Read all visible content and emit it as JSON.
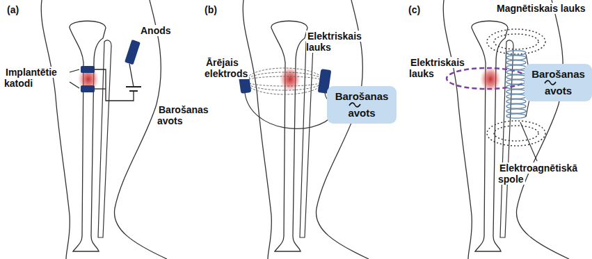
{
  "diagram": {
    "nodes": [
      {
        "text": [
          "Barošanas avots"
        ]
      },
      {
        "text": [
          "Barošanas avots"
        ]
      }
    ],
    "labels": [
      "(a)",
      "(b)",
      "(c)",
      "Anods",
      "Barošanas avots",
      "Implantētie katodi",
      "Ārējais elektrods",
      "Elektriskais lauks",
      "Magnētiskais lauks",
      "Elektriskais lauks",
      "Elektroagnētiskā spole"
    ]
  }
}
